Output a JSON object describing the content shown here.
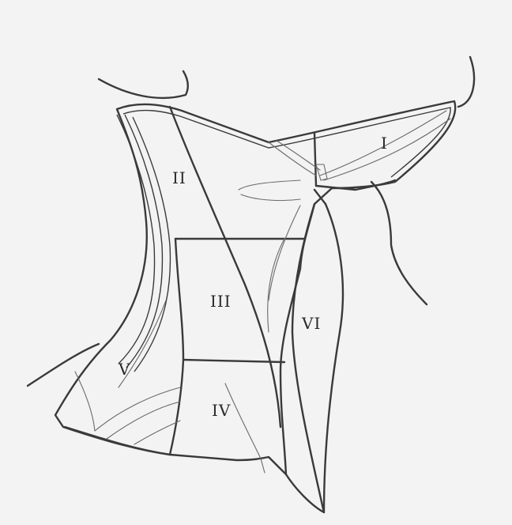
{
  "diagram": {
    "regions": [
      {
        "id": "I",
        "label": "I"
      },
      {
        "id": "II",
        "label": "II"
      },
      {
        "id": "III",
        "label": "III"
      },
      {
        "id": "IV",
        "label": "IV"
      },
      {
        "id": "V",
        "label": "V"
      },
      {
        "id": "VI",
        "label": "VI"
      }
    ],
    "colors": {
      "background": "#f3f3f3",
      "line": "#3a3a3a",
      "text": "#2a2a2a"
    }
  }
}
